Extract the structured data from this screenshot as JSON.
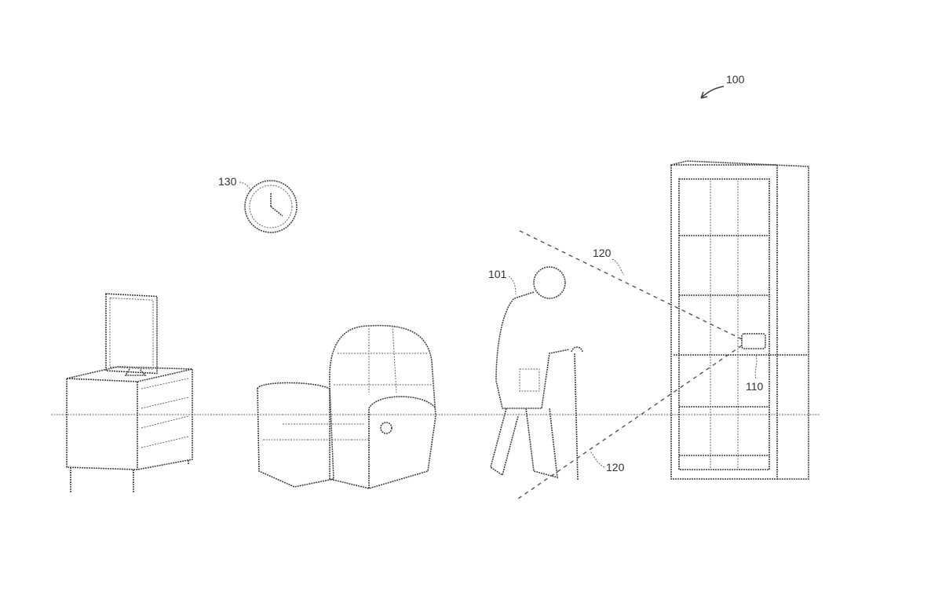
{
  "figure": {
    "labels": {
      "system": "100",
      "person": "101",
      "sensor": "110",
      "field_upper": "120",
      "field_lower": "120",
      "clock": "130"
    }
  }
}
